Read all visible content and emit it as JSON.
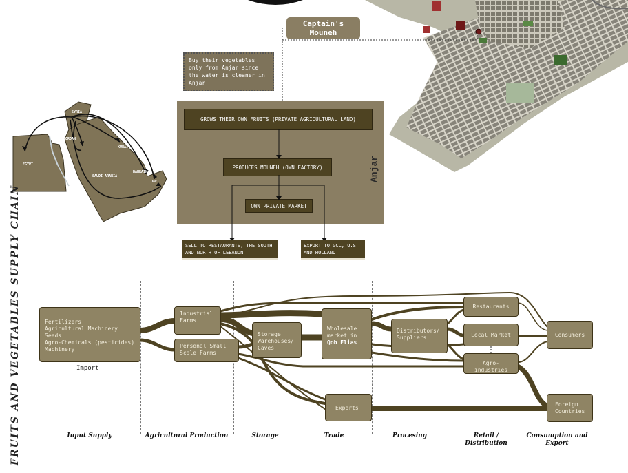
{
  "header": {
    "captain_label": "Captain's Mouneh",
    "note": "Buy their vegetables only from Anjar since the water is cleaner in Anjar"
  },
  "anjar": {
    "label": "Anjar",
    "step1": "GROWS THEIR OWN FRUITS (PRIVATE AGRICULTURAL LAND)",
    "step2": "PRODUCES MOUNEH (OWN FACTORY)",
    "step3": "OWN PRIVATE MARKET",
    "out_left": "SELL TO RESTAURANTS, THE SOUTH AND NORTH OF LEBANON",
    "out_right": "EXPORT  TO GCC, U.S AND HOLLAND"
  },
  "regional_map": {
    "labels": [
      "EGYPT",
      "JORDAN",
      "SAUDI ARABIA",
      "KUWAIT",
      "BAHRAIN",
      "UAE",
      "SYRIA"
    ]
  },
  "supply_chain": {
    "title": "FRUITS AND VEGETABLES SUPPLY CHAIN",
    "input_box": "Fertilizers\nAgricultural Machinery\nSeeds\nAgro-Chemicals (pesticides)\nMachinery",
    "import_label": "Import",
    "industrial_farms": "Industrial\nFarms",
    "small_farms": "Personal Small\nScale Farms",
    "storage": "Storage\nWarehouses/\nCaves",
    "wholesale": "Wholesale\nmarket in",
    "wholesale_bold": "Qob Elias",
    "distributors": "Distributors/\nSuppliers",
    "restaurants": "Restaurants",
    "local_market": "Local Market",
    "agro_industries": "Agro-industries",
    "consumers": "Consumers",
    "exports": "Exports",
    "foreign": "Foreign\nCountries",
    "stages": [
      "Input Supply",
      "Agricultural Production",
      "Storage",
      "Trade",
      "Procesing",
      "Retail /\nDistribution",
      "Consumption and\nExport"
    ]
  },
  "colors": {
    "flow_dark": "#4e4322",
    "box_fill": "#8f8464",
    "anjar_bg": "#8a7e63",
    "map_land": "#807457"
  }
}
